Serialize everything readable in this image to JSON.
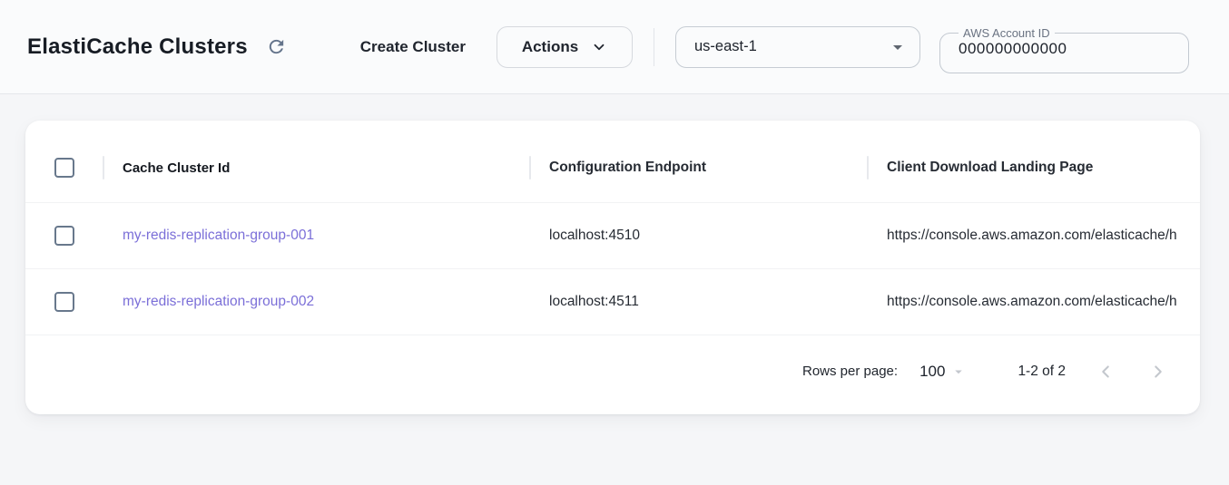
{
  "header": {
    "title": "ElastiCache Clusters",
    "create_button_label": "Create Cluster",
    "actions_button_label": "Actions",
    "region_select": {
      "value": "us-east-1"
    },
    "account_id_field": {
      "label": "AWS Account ID",
      "value": "000000000000"
    }
  },
  "table": {
    "columns": [
      "Cache Cluster Id",
      "Configuration Endpoint",
      "Client Download Landing Page"
    ],
    "rows": [
      {
        "cache_cluster_id": "my-redis-replication-group-001",
        "configuration_endpoint": "localhost:4510",
        "client_download_landing_page": "https://console.aws.amazon.com/elasticache/h"
      },
      {
        "cache_cluster_id": "my-redis-replication-group-002",
        "configuration_endpoint": "localhost:4511",
        "client_download_landing_page": "https://console.aws.amazon.com/elasticache/h"
      }
    ]
  },
  "pagination": {
    "rows_per_page_label": "Rows per page:",
    "rows_per_page_value": "100",
    "range_label": "1-2 of 2"
  },
  "icons": {
    "refresh": "refresh-icon",
    "chevron_down": "chevron-down-icon",
    "dropdown_arrow": "dropdown-arrow-icon",
    "chevron_left": "chevron-left-icon",
    "chevron_right": "chevron-right-icon"
  },
  "colors": {
    "link_purple": "#7b6fd8",
    "icon_slate": "#64748b",
    "page_bg": "#f5f6f8",
    "topbar_bg": "#fafbfc"
  }
}
